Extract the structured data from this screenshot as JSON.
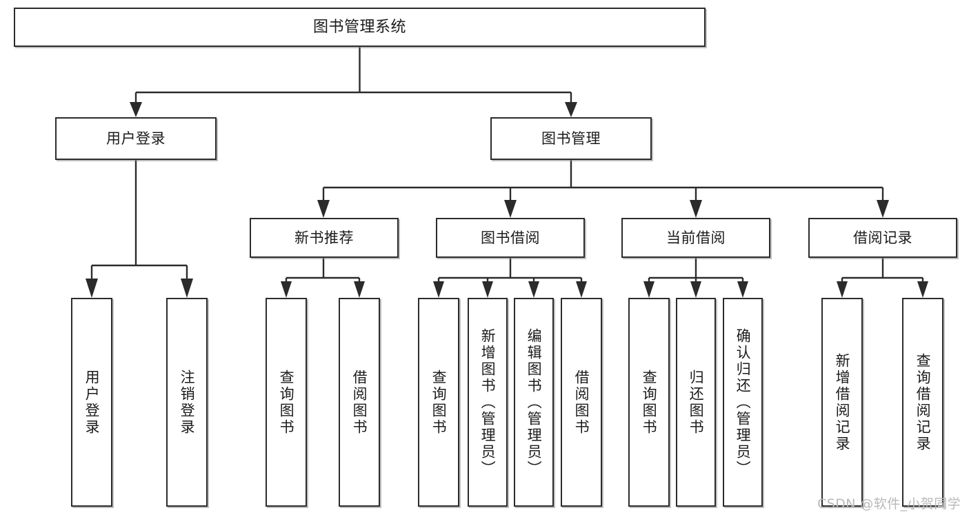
{
  "diagram": {
    "type": "tree-hierarchy-chart",
    "title_node": {
      "label": "图书管理系统"
    },
    "level2": [
      {
        "id": "user-login",
        "label": "用户登录"
      },
      {
        "id": "book-manage",
        "label": "图书管理"
      }
    ],
    "level3": [
      {
        "id": "new-book-recommend",
        "label": "新书推荐"
      },
      {
        "id": "book-borrow",
        "label": "图书借阅"
      },
      {
        "id": "current-borrow",
        "label": "当前借阅"
      },
      {
        "id": "borrow-record",
        "label": "借阅记录"
      }
    ],
    "leaves": [
      {
        "id": "leaf-user-login",
        "label": "用户登录",
        "parent": "user-login"
      },
      {
        "id": "leaf-logout",
        "label": "注销登录",
        "parent": "user-login"
      },
      {
        "id": "leaf-query-book-1",
        "label": "查询图书",
        "parent": "new-book-recommend"
      },
      {
        "id": "leaf-borrow-book-1",
        "label": "借阅图书",
        "parent": "new-book-recommend"
      },
      {
        "id": "leaf-query-book-2",
        "label": "查询图书",
        "parent": "book-borrow"
      },
      {
        "id": "leaf-add-book",
        "label": "新增图书（管理员）",
        "parent": "book-borrow"
      },
      {
        "id": "leaf-edit-book",
        "label": "编辑图书（管理员）",
        "parent": "book-borrow"
      },
      {
        "id": "leaf-borrow-book-2",
        "label": "借阅图书",
        "parent": "book-borrow"
      },
      {
        "id": "leaf-query-book-3",
        "label": "查询图书",
        "parent": "current-borrow"
      },
      {
        "id": "leaf-return-book",
        "label": "归还图书",
        "parent": "current-borrow"
      },
      {
        "id": "leaf-confirm-return",
        "label": "确认归还（管理员）",
        "parent": "current-borrow"
      },
      {
        "id": "leaf-add-record",
        "label": "新增借阅记录",
        "parent": "borrow-record"
      },
      {
        "id": "leaf-query-record",
        "label": "查询借阅记录",
        "parent": "borrow-record"
      }
    ],
    "colors": {
      "stroke": "#2b2b2b",
      "fill": "#ffffff",
      "text": "#1b1b1b",
      "watermark": "#b9b9b9"
    }
  },
  "watermark": {
    "text": "CSDN @软件_小贺同学"
  }
}
